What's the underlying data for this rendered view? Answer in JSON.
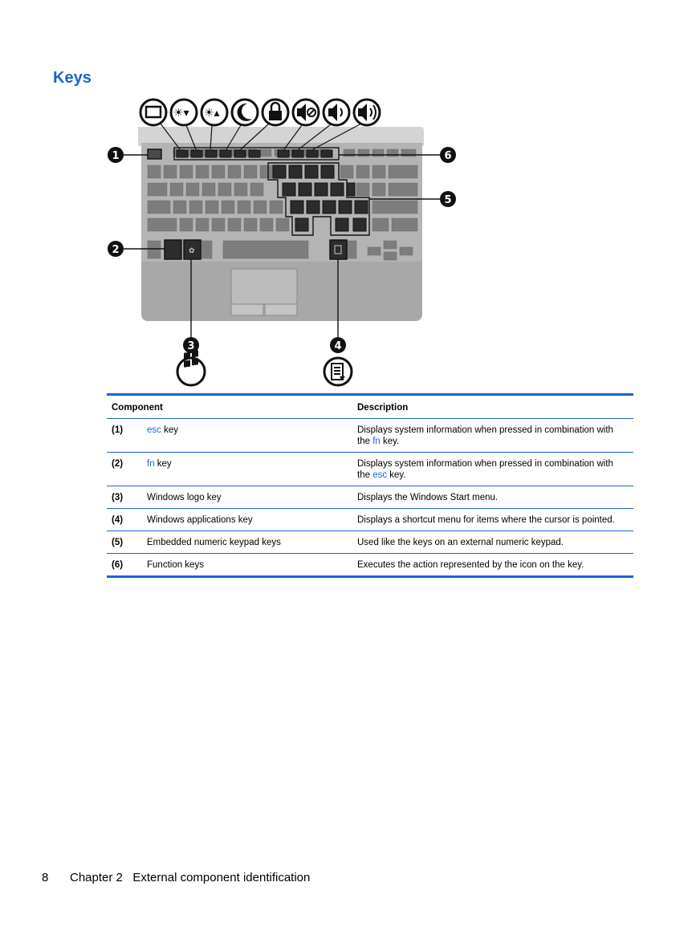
{
  "page": {
    "heading": "Keys",
    "accent_color": "#1a63d6",
    "footer": {
      "page_number": "8",
      "chapter_text": "Chapter 2   External component identification"
    }
  },
  "figure": {
    "callouts": [
      "1",
      "2",
      "3",
      "4",
      "5",
      "6"
    ],
    "icons": [
      "display-switch-icon",
      "brightness-down-icon",
      "brightness-up-icon",
      "sleep-moon-icon",
      "lock-icon",
      "mute-icon",
      "volume-down-icon",
      "volume-up-icon",
      "windows-logo-icon",
      "applications-menu-icon"
    ]
  },
  "table": {
    "headers": {
      "component": "Component",
      "description": "Description"
    },
    "rows": [
      {
        "num": "(1)",
        "comp_kw": "esc",
        "comp_rest": " key",
        "desc_pre": "Displays system information when pressed in combination with the ",
        "desc_kw": "fn",
        "desc_post": " key."
      },
      {
        "num": "(2)",
        "comp_kw": "fn",
        "comp_rest": " key",
        "desc_pre": "Displays system information when pressed in combination with the ",
        "desc_kw": "esc",
        "desc_post": " key."
      },
      {
        "num": "(3)",
        "comp": "Windows logo key",
        "desc": "Displays the Windows Start menu."
      },
      {
        "num": "(4)",
        "comp": "Windows applications key",
        "desc": "Displays a shortcut menu for items where the cursor is pointed."
      },
      {
        "num": "(5)",
        "comp": "Embedded numeric keypad keys",
        "desc": "Used like the keys on an external numeric keypad."
      },
      {
        "num": "(6)",
        "comp": "Function keys",
        "desc": "Executes the action represented by the icon on the key."
      }
    ]
  }
}
